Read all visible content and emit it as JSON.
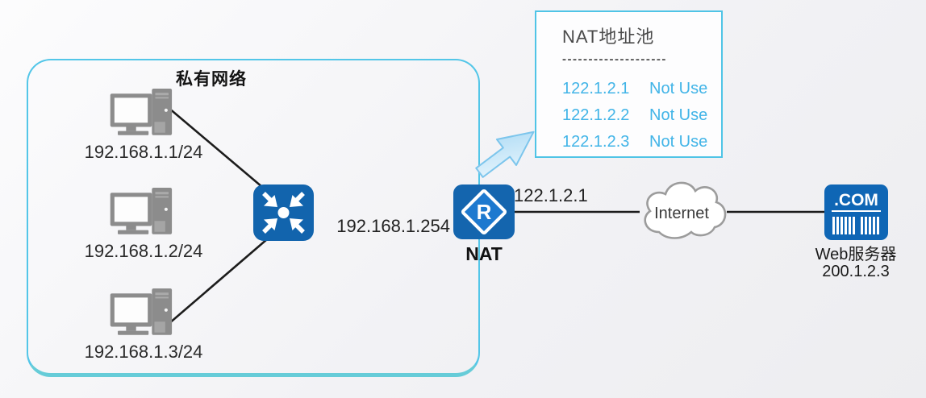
{
  "colors": {
    "accent_cyan": "#53c6e8",
    "device_blue": "#1465ae",
    "pool_text_blue": "#41b4e7",
    "connection_line": "#1c1c1c",
    "host_gray": "#8c8c8c"
  },
  "private_network": {
    "title": "私有网络",
    "hosts": [
      {
        "ip": "192.168.1.1/24"
      },
      {
        "ip": "192.168.1.2/24"
      },
      {
        "ip": "192.168.1.3/24"
      }
    ]
  },
  "nat": {
    "label": "NAT",
    "router_letter": "R",
    "inside_ip": "192.168.1.254",
    "public_ip": "122.1.2.1"
  },
  "nat_pool": {
    "title": "NAT地址池",
    "separator": "--------------------",
    "entries": [
      {
        "ip": "122.1.2.1",
        "status": "Not Use"
      },
      {
        "ip": "122.1.2.2",
        "status": "Not Use"
      },
      {
        "ip": "122.1.2.3",
        "status": "Not Use"
      }
    ]
  },
  "internet": {
    "label": "Internet"
  },
  "web_server": {
    "icon_text": ".COM",
    "label": "Web服务器",
    "ip": "200.1.2.3"
  }
}
